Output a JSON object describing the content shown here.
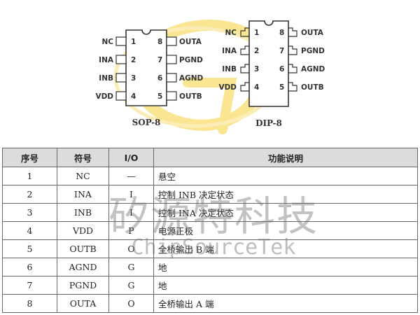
{
  "sop8": {
    "label": "SOP-8",
    "left_pins": [
      {
        "num": "1",
        "name": "NC"
      },
      {
        "num": "2",
        "name": "INA"
      },
      {
        "num": "3",
        "name": "INB"
      },
      {
        "num": "4",
        "name": "VDD"
      }
    ],
    "right_pins": [
      {
        "num": "8",
        "name": "OUTA"
      },
      {
        "num": "7",
        "name": "PGND"
      },
      {
        "num": "6",
        "name": "AGND"
      },
      {
        "num": "5",
        "name": "OUTB"
      }
    ]
  },
  "dip8": {
    "label": "DIP-8",
    "left_pins": [
      {
        "num": "1",
        "name": "NC"
      },
      {
        "num": "2",
        "name": "INA"
      },
      {
        "num": "3",
        "name": "INB"
      },
      {
        "num": "4",
        "name": "VDD"
      }
    ],
    "right_pins": [
      {
        "num": "8",
        "name": "OUTA"
      },
      {
        "num": "7",
        "name": "PGND"
      },
      {
        "num": "6",
        "name": "AGND"
      },
      {
        "num": "5",
        "name": "OUTB"
      }
    ]
  },
  "table": {
    "headers": [
      "序号",
      "符号",
      "I/O",
      "功能说明"
    ],
    "rows": [
      {
        "no": "1",
        "symbol": "NC",
        "io": "—",
        "desc": "悬空"
      },
      {
        "no": "2",
        "symbol": "INA",
        "io": "I",
        "desc": "控制 INB 决定状态"
      },
      {
        "no": "3",
        "symbol": "INB",
        "io": "I",
        "desc": "控制 INA 决定状态"
      },
      {
        "no": "4",
        "symbol": "VDD",
        "io": "P",
        "desc": "电源正极"
      },
      {
        "no": "5",
        "symbol": "OUTB",
        "io": "O",
        "desc": "全桥输出 B 端"
      },
      {
        "no": "6",
        "symbol": "AGND",
        "io": "G",
        "desc": "地"
      },
      {
        "no": "7",
        "symbol": "PGND",
        "io": "G",
        "desc": "地"
      },
      {
        "no": "8",
        "symbol": "OUTA",
        "io": "O",
        "desc": "全桥输出 A 端"
      }
    ]
  },
  "watermark": {
    "text_cn": "矽源特科技",
    "text_en": "ChipSourceTek"
  },
  "colors": {
    "logo_yellow": "#f7d23a",
    "table_header_bg": "#dcdcdc",
    "border": "#666666"
  }
}
